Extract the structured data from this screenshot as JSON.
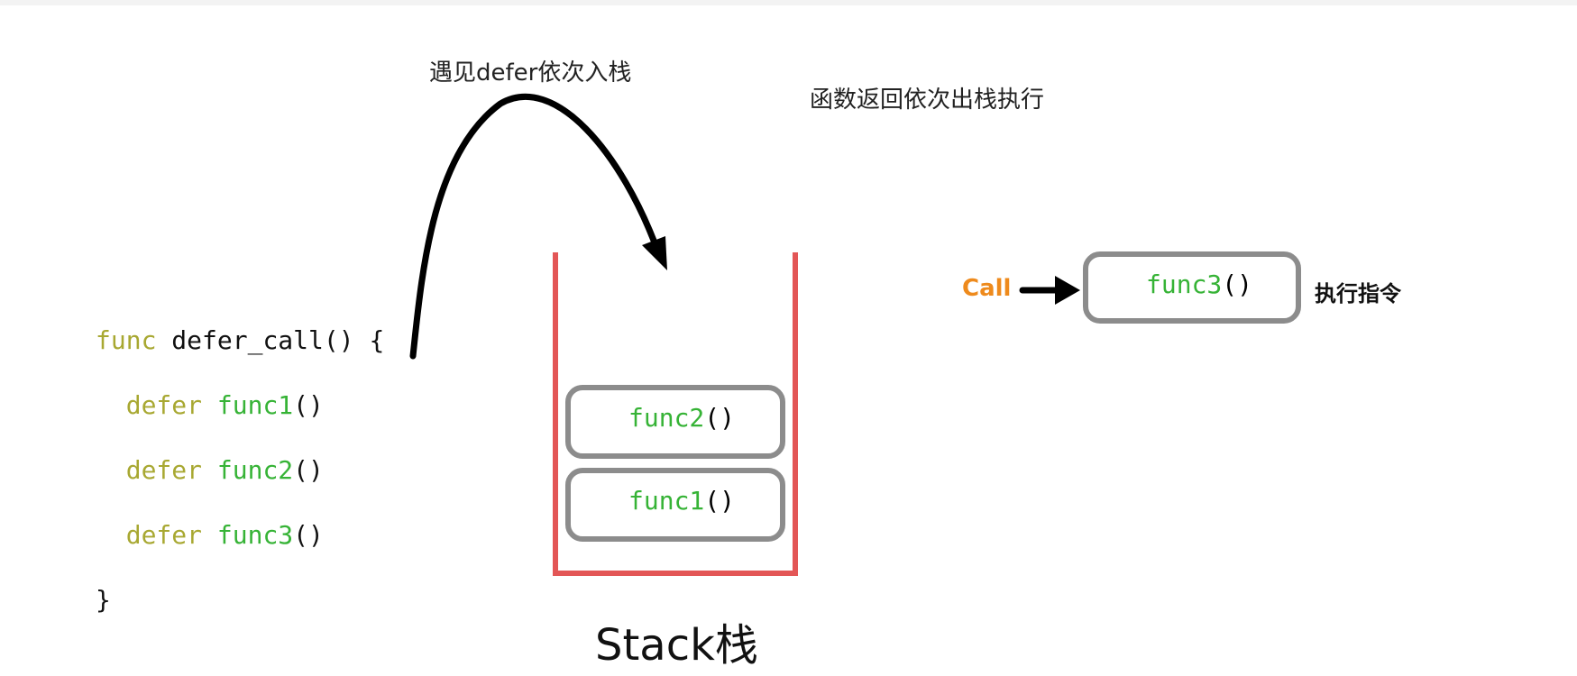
{
  "annotations": {
    "push_label": "遇见defer依次入栈",
    "pop_label": "函数返回依次出栈执行",
    "exec_label": "执行指令",
    "call_label": "Call"
  },
  "code": {
    "line1_keyword": "func",
    "line1_rest": " defer_call() {",
    "lines": [
      {
        "keyword": "defer",
        "func": "func1",
        "parens": "()"
      },
      {
        "keyword": "defer",
        "func": "func2",
        "parens": "()"
      },
      {
        "keyword": "defer",
        "func": "func3",
        "parens": "()"
      }
    ],
    "closing": "}"
  },
  "stack": {
    "label": "Stack栈",
    "items": [
      {
        "func": "func2",
        "parens": "()"
      },
      {
        "func": "func1",
        "parens": "()"
      }
    ]
  },
  "executing": {
    "func": "func3",
    "parens": "()"
  },
  "colors": {
    "stack_border": "#e35656",
    "box_border": "#8c8c8c",
    "keyword": "#a8a832",
    "function": "#36b336",
    "call": "#ee8a1c"
  }
}
